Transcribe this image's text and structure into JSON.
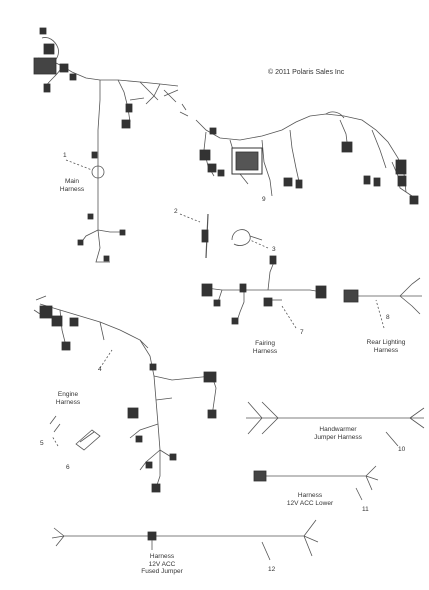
{
  "copyright": "© 2011 Polaris Sales Inc",
  "labels": {
    "main_harness": "Main\nHarness",
    "fairing_harness": "Fairing\nHarness",
    "rear_lighting_harness": "Rear Lighting\nHarness",
    "engine_harness": "Engine\nHarness",
    "handwarmer_jumper_harness": "Handwarmer\nJumper Harness",
    "harness_12v_acc_lower": "Harness\n12V ACC Lower",
    "harness_12v_acc_fused_jumper": "Harness\n12V ACC\nFused Jumper"
  },
  "callouts": [
    "1",
    "2",
    "3",
    "4",
    "5",
    "6",
    "7",
    "8",
    "9",
    "10",
    "11",
    "12"
  ],
  "colors": {
    "line": "#555555",
    "parts": "#333333"
  }
}
